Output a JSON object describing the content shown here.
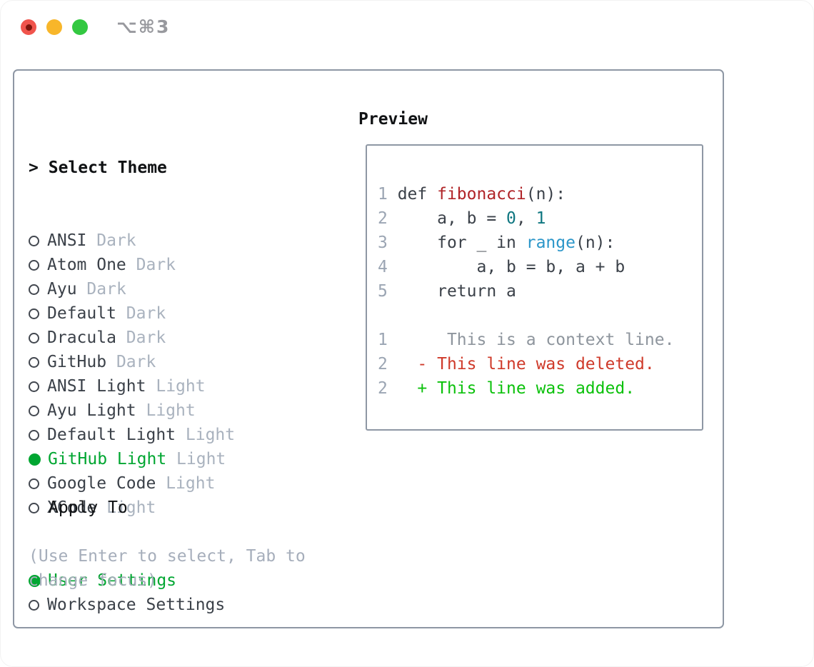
{
  "window": {
    "shortcut_label": "⌥⌘3"
  },
  "colors": {
    "accent_green": "#00a631",
    "added_green": "#0cc10c",
    "deleted_red": "#cf3a2a",
    "function_red": "#b02428",
    "number_teal": "#0e7680",
    "builtin_blue": "#2b96c9",
    "muted_gray": "#a9b2be",
    "border_gray": "#8e97a4",
    "traffic_red": "#f0544c",
    "traffic_yellow": "#f8b62a",
    "traffic_green": "#33c841"
  },
  "theme_picker": {
    "cursor": ">",
    "title": "Select Theme",
    "items": [
      {
        "name": "ANSI",
        "variant": "Dark",
        "selected": false
      },
      {
        "name": "Atom One",
        "variant": "Dark",
        "selected": false
      },
      {
        "name": "Ayu",
        "variant": "Dark",
        "selected": false
      },
      {
        "name": "Default",
        "variant": "Dark",
        "selected": false
      },
      {
        "name": "Dracula",
        "variant": "Dark",
        "selected": false
      },
      {
        "name": "GitHub",
        "variant": "Dark",
        "selected": false
      },
      {
        "name": "ANSI Light",
        "variant": "Light",
        "selected": false
      },
      {
        "name": "Ayu Light",
        "variant": "Light",
        "selected": false
      },
      {
        "name": "Default Light",
        "variant": "Light",
        "selected": false
      },
      {
        "name": "GitHub Light",
        "variant": "Light",
        "selected": true
      },
      {
        "name": "Google Code",
        "variant": "Light",
        "selected": false
      },
      {
        "name": "XCode",
        "variant": "Light",
        "selected": false
      }
    ]
  },
  "apply_to": {
    "title": "Apply To",
    "options": [
      {
        "label": "User Settings",
        "selected": true
      },
      {
        "label": "Workspace Settings",
        "selected": false
      }
    ]
  },
  "hint": {
    "lines": [
      "(Use Enter to select, Tab to",
      "change focus)"
    ]
  },
  "preview": {
    "title": "Preview",
    "code_lines": [
      {
        "num": "1",
        "tokens": [
          {
            "text": "def ",
            "type": "plain"
          },
          {
            "text": "fibonacci",
            "type": "func"
          },
          {
            "text": "(n):",
            "type": "plain"
          }
        ]
      },
      {
        "num": "2",
        "tokens": [
          {
            "text": "    a, b = ",
            "type": "plain"
          },
          {
            "text": "0",
            "type": "num"
          },
          {
            "text": ", ",
            "type": "plain"
          },
          {
            "text": "1",
            "type": "num"
          }
        ]
      },
      {
        "num": "3",
        "tokens": [
          {
            "text": "    for _ in ",
            "type": "plain"
          },
          {
            "text": "range",
            "type": "builtin"
          },
          {
            "text": "(n):",
            "type": "plain"
          }
        ]
      },
      {
        "num": "4",
        "tokens": [
          {
            "text": "        a, b = b, a + b",
            "type": "plain"
          }
        ]
      },
      {
        "num": "5",
        "tokens": [
          {
            "text": "    return a",
            "type": "plain"
          }
        ]
      },
      {
        "num": "",
        "tokens": []
      },
      {
        "num": "1",
        "tokens": [
          {
            "text": "     This is a context line.",
            "type": "context"
          }
        ]
      },
      {
        "num": "2",
        "tokens": [
          {
            "text": "  - This line was deleted.",
            "type": "del"
          }
        ]
      },
      {
        "num": "2",
        "tokens": [
          {
            "text": "  + This line was added.",
            "type": "add"
          }
        ]
      }
    ]
  }
}
